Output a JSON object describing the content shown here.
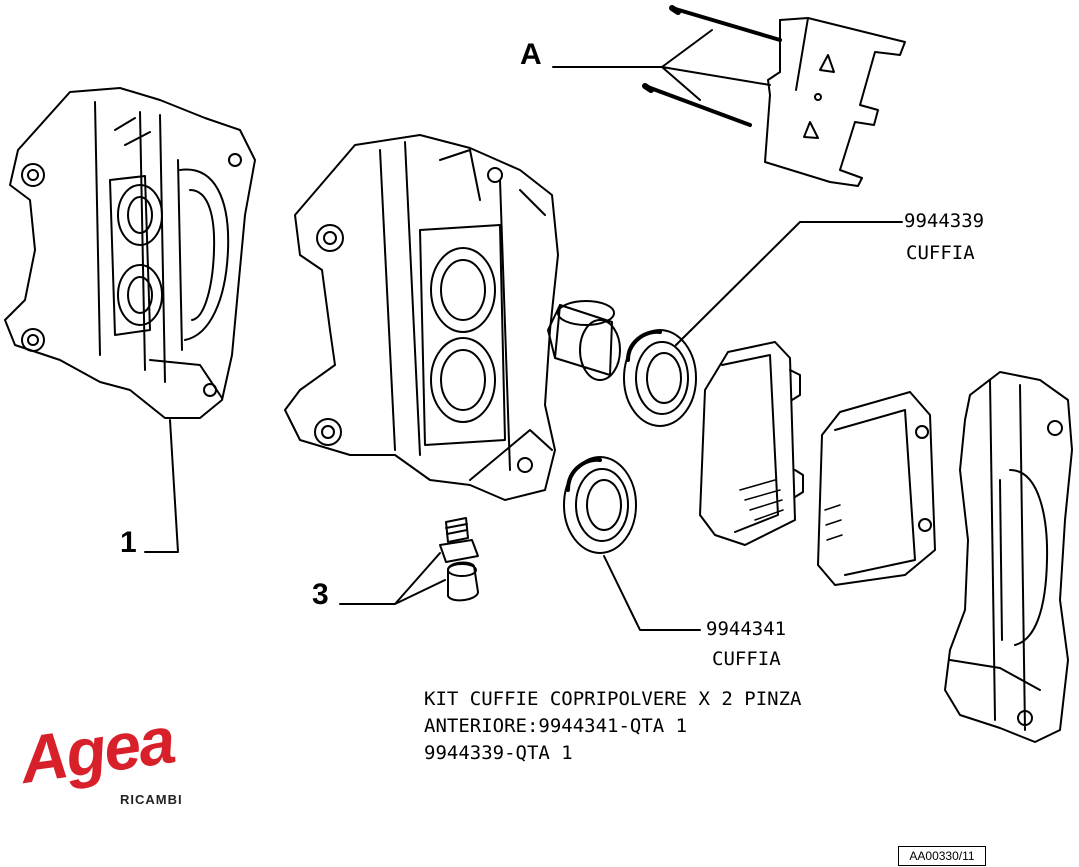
{
  "callouts": {
    "a": "A",
    "one": "1",
    "three": "3"
  },
  "parts": {
    "boot_top": {
      "code": "9944339",
      "name": "CUFFIA"
    },
    "boot_bottom": {
      "code": "9944341",
      "name": "CUFFIA"
    }
  },
  "kit_note": {
    "line1": "KIT CUFFIE COPRIPOLVERE X 2 PINZA",
    "line2": "ANTERIORE:9944341-QTA 1",
    "line3": "9944339-QTA 1"
  },
  "logo": {
    "word": "Agea",
    "sub": "RICAMBI",
    "color": "#d8202a"
  },
  "reference": "AA00330/11"
}
